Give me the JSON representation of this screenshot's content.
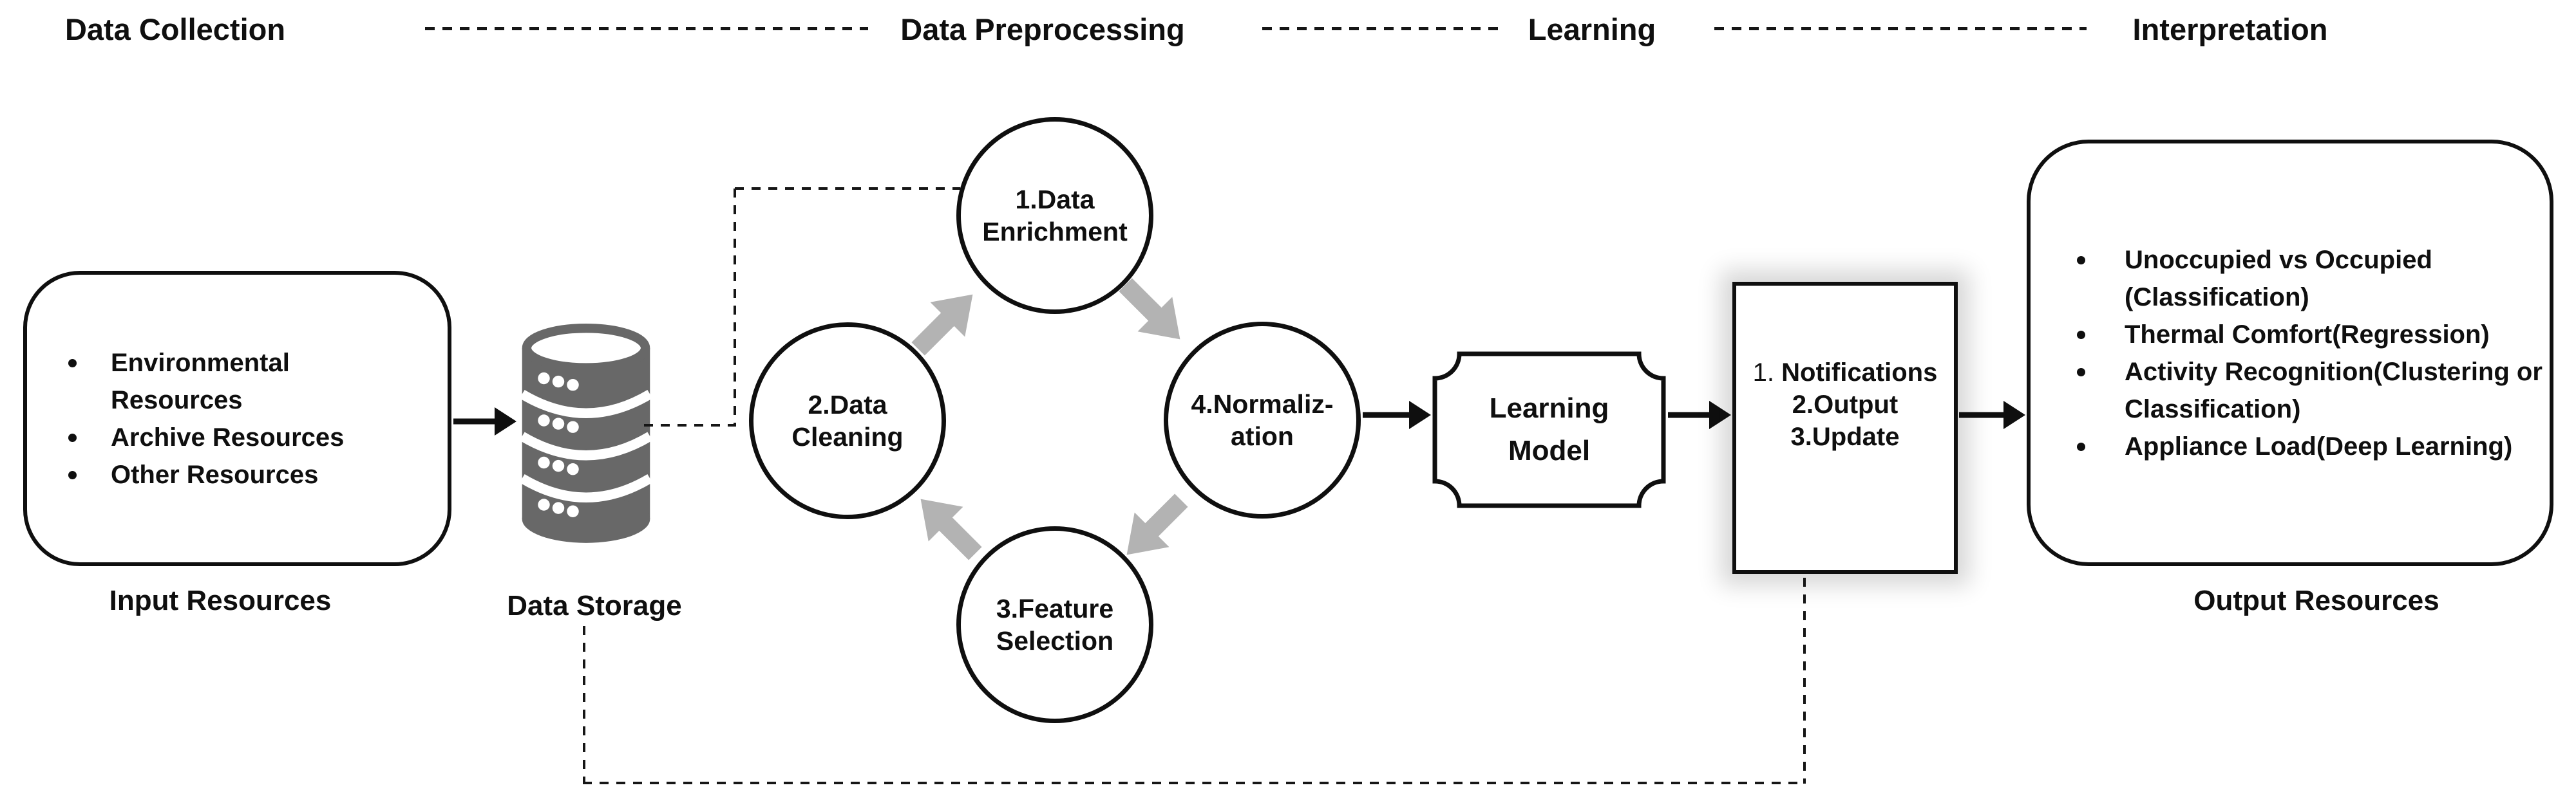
{
  "title": "Machine learning pipeline diagram",
  "colors": {
    "ink": "#0f0f0f",
    "cycle_arrow_gray": "#b3b3b3",
    "database_gray": "#686868",
    "box_glow_gray": "#d9d9d9"
  },
  "phases": {
    "collection": "Data Collection",
    "preprocessing": "Data Preprocessing",
    "learning": "Learning",
    "interpretation": "Interpretation"
  },
  "input_box": {
    "items": [
      "Environmental Resources",
      "Archive Resources",
      "Other Resources"
    ],
    "label": "Input Resources"
  },
  "data_storage": {
    "label": "Data Storage"
  },
  "cycle": {
    "steps": [
      {
        "name": "data-enrichment",
        "line1": "1.Data",
        "line2": "Enrichment"
      },
      {
        "name": "data-cleaning",
        "line1": "2.Data",
        "line2": "Cleaning"
      },
      {
        "name": "feature-selection",
        "line1": "3.Feature",
        "line2": "Selection"
      },
      {
        "name": "normalization",
        "line1": "4.Normaliz-",
        "line2": "ation"
      }
    ]
  },
  "learning_model": {
    "line1": "Learning",
    "line2": "Model"
  },
  "notifications_box": {
    "lines": [
      {
        "num": "1. ",
        "text": "Notifications"
      },
      {
        "num": "2.",
        "text": "Output"
      },
      {
        "num": "3.",
        "text": "Update"
      }
    ]
  },
  "output_box": {
    "items": [
      "Unoccupied vs Occupied (Classification)",
      "Thermal Comfort(Regression)",
      "Activity Recognition(Clustering or Classification)",
      "Appliance Load(Deep Learning)"
    ],
    "label": "Output Resources"
  }
}
